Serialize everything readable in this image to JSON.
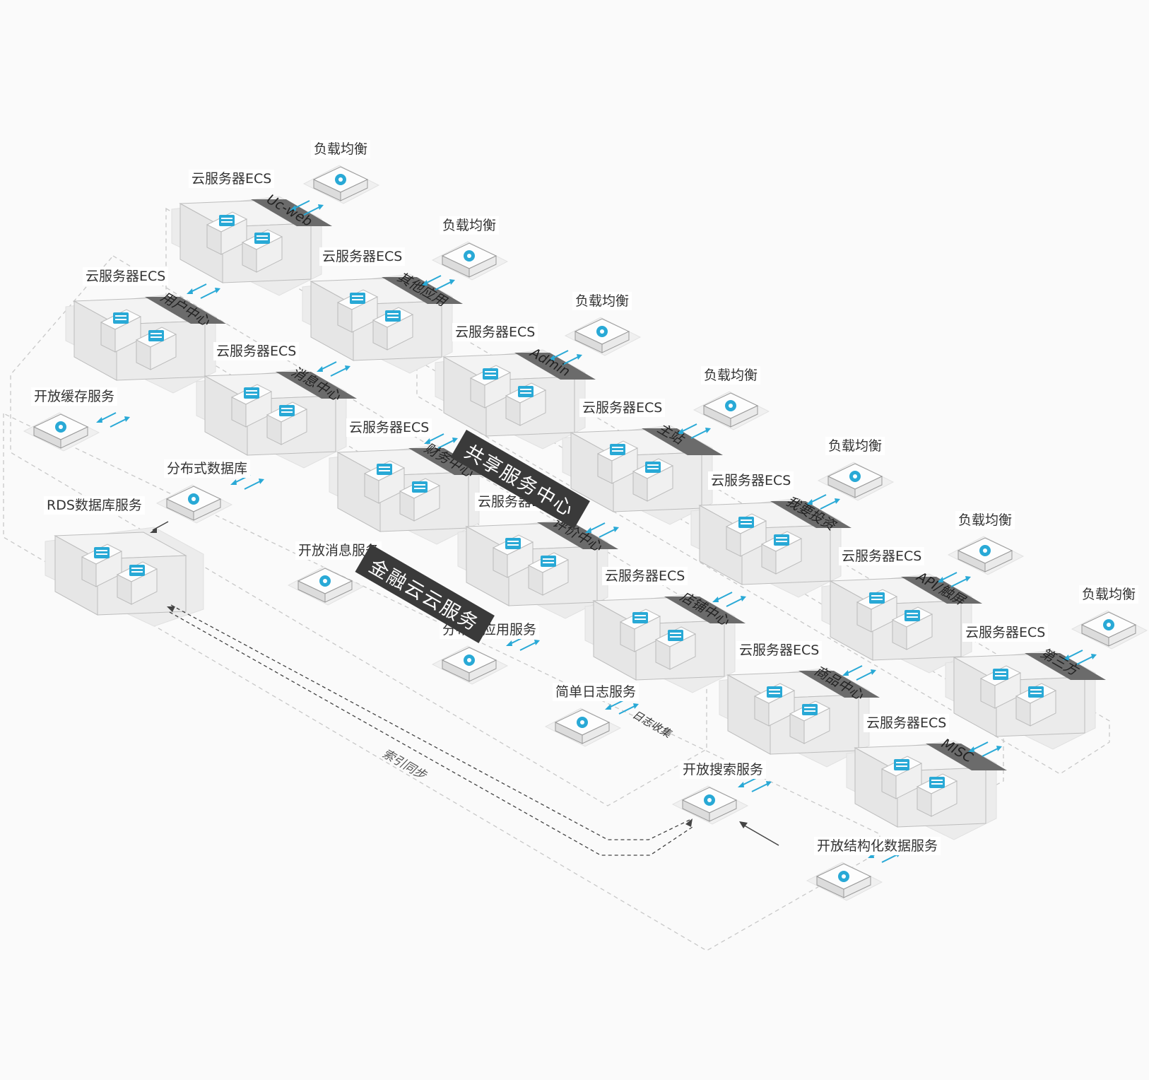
{
  "title_shared": "共享服务中心",
  "title_finance": "金融云云服务",
  "annotations": {
    "index_sync": "索引同步",
    "log_collect": "日志收集"
  },
  "clusters": [
    {
      "id": "uc-web",
      "server": "云服务器ECS",
      "tag": "Uc-web",
      "lb": "负载均衡"
    },
    {
      "id": "other-app",
      "server": "云服务器ECS",
      "tag": "其他应用",
      "lb": "负载均衡"
    },
    {
      "id": "admin",
      "server": "云服务器ECS",
      "tag": "Admin",
      "lb": "负载均衡"
    },
    {
      "id": "main-site",
      "server": "云服务器ECS",
      "tag": "主站",
      "lb": "负载均衡"
    },
    {
      "id": "invest",
      "server": "云服务器ECS",
      "tag": "我要投资",
      "lb": "负载均衡"
    },
    {
      "id": "api-touch",
      "server": "云服务器ECS",
      "tag": "API/触屏",
      "lb": "负载均衡"
    },
    {
      "id": "third-party",
      "server": "云服务器ECS",
      "tag": "第三方",
      "lb": "负载均衡"
    },
    {
      "id": "user-center",
      "server": "云服务器ECS",
      "tag": "用户中心"
    },
    {
      "id": "message-center",
      "server": "云服务器ECS",
      "tag": "消息中心"
    },
    {
      "id": "finance-center",
      "server": "云服务器ECS",
      "tag": "财务中心"
    },
    {
      "id": "review-center",
      "server": "云服务器ECS",
      "tag": "评价中心"
    },
    {
      "id": "store-center",
      "server": "云服务器ECS",
      "tag": "店铺中心"
    },
    {
      "id": "product-center",
      "server": "云服务器ECS",
      "tag": "商品中心"
    },
    {
      "id": "misc",
      "server": "云服务器ECS",
      "tag": "MISC"
    }
  ],
  "services": [
    {
      "id": "cache",
      "label": "开放缓存服务",
      "icon": "cache-icon"
    },
    {
      "id": "drds",
      "label": "分布式数据库",
      "icon": "database-icon"
    },
    {
      "id": "rds",
      "label": "RDS数据库服务",
      "icon": "database-icon"
    },
    {
      "id": "mq",
      "label": "开放消息服务",
      "icon": "message-icon"
    },
    {
      "id": "edas",
      "label": "分布式应用服务",
      "icon": "app-icon"
    },
    {
      "id": "sls",
      "label": "简单日志服务",
      "icon": "log-icon"
    },
    {
      "id": "search",
      "label": "开放搜索服务",
      "icon": "search-icon"
    },
    {
      "id": "ots",
      "label": "开放结构化数据服务",
      "icon": "table-store-icon"
    }
  ],
  "colors": {
    "accent": "#29a9d6",
    "dark_tag": "#6b6b6b",
    "banner": "#3a3a3a"
  }
}
